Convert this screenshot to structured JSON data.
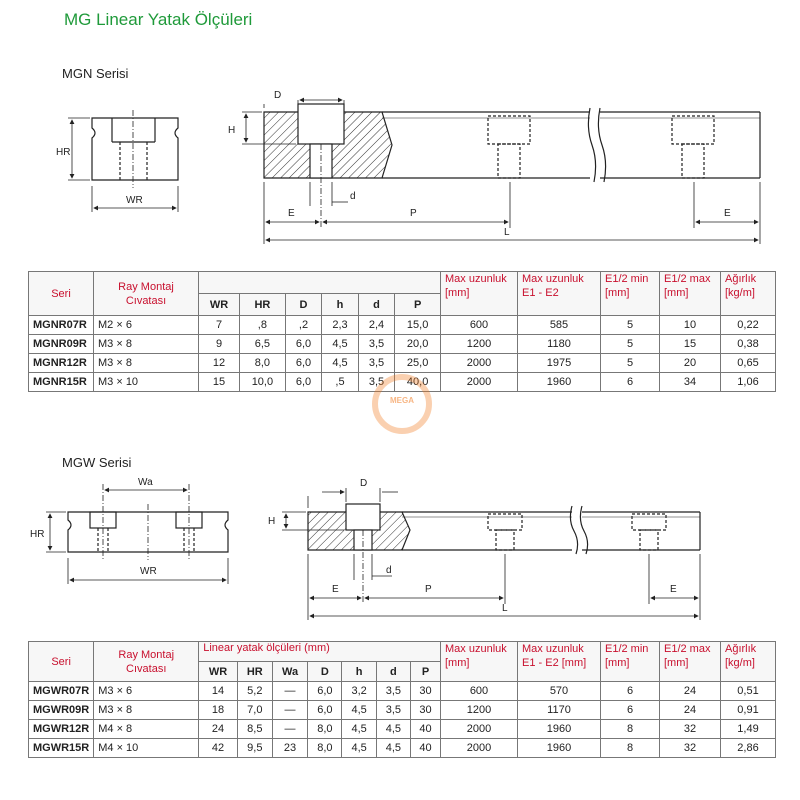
{
  "title": "MG Linear Yatak Ölçüleri",
  "watermark": "MEGA",
  "mgn": {
    "label": "MGN Serisi",
    "dims": {
      "D": "D",
      "H": "H",
      "HR": "HR",
      "WR": "WR",
      "d": "d",
      "E": "E",
      "P": "P",
      "L": "L"
    },
    "headers": {
      "seri": "Seri",
      "ray": "Ray Montaj Cıvatası",
      "max": "Max uzunluk [mm]",
      "maxe": "Max uzunluk E1 - E2",
      "emin": "E1/2 min [mm]",
      "emax": "E1/2 max [mm]",
      "agirlik": "Ağırlık [kg/m]",
      "cols": [
        "WR",
        "HR",
        "D",
        "h",
        "d",
        "P"
      ]
    },
    "rows": [
      {
        "seri": "MGNR07R",
        "ray": "M2 × 6",
        "c": [
          "7",
          ",8",
          ",2",
          "2,3",
          "2,4",
          "15,0"
        ],
        "max": "600",
        "maxe": "585",
        "emin": "5",
        "emax": "10",
        "w": "0,22"
      },
      {
        "seri": "MGNR09R",
        "ray": "M3 × 8",
        "c": [
          "9",
          "6,5",
          "6,0",
          "4,5",
          "3,5",
          "20,0"
        ],
        "max": "1200",
        "maxe": "1180",
        "emin": "5",
        "emax": "15",
        "w": "0,38"
      },
      {
        "seri": "MGNR12R",
        "ray": "M3 × 8",
        "c": [
          "12",
          "8,0",
          "6,0",
          "4,5",
          "3,5",
          "25,0"
        ],
        "max": "2000",
        "maxe": "1975",
        "emin": "5",
        "emax": "20",
        "w": "0,65"
      },
      {
        "seri": "MGNR15R",
        "ray": "M3 × 10",
        "c": [
          "15",
          "10,0",
          "6,0",
          ",5",
          "3,5",
          "40,0"
        ],
        "max": "2000",
        "maxe": "1960",
        "emin": "6",
        "emax": "34",
        "w": "1,06"
      }
    ]
  },
  "mgw": {
    "label": "MGW Serisi",
    "dims": {
      "Wa": "Wa",
      "D": "D",
      "H": "H",
      "HR": "HR",
      "WR": "WR",
      "d": "d",
      "E": "E",
      "P": "P",
      "L": "L"
    },
    "headers": {
      "seri": "Seri",
      "ray": "Ray Montaj Cıvatası",
      "group": "Linear yatak  ölçüleri (mm)",
      "max": "Max uzunluk [mm]",
      "maxe": "Max uzunluk E1 - E2 [mm]",
      "emin": "E1/2 min [mm]",
      "emax": "E1/2 max [mm]",
      "agirlik": "Ağırlık [kg/m]",
      "cols": [
        "WR",
        "HR",
        "Wa",
        "D",
        "h",
        "d",
        "P"
      ]
    },
    "rows": [
      {
        "seri": "MGWR07R",
        "ray": "M3 × 6",
        "c": [
          "14",
          "5,2",
          "—",
          "6,0",
          "3,2",
          "3,5",
          "30"
        ],
        "max": "600",
        "maxe": "570",
        "emin": "6",
        "emax": "24",
        "w": "0,51"
      },
      {
        "seri": "MGWR09R",
        "ray": "M3 × 8",
        "c": [
          "18",
          "7,0",
          "—",
          "6,0",
          "4,5",
          "3,5",
          "30"
        ],
        "max": "1200",
        "maxe": "1170",
        "emin": "6",
        "emax": "24",
        "w": "0,91"
      },
      {
        "seri": "MGWR12R",
        "ray": "M4 × 8",
        "c": [
          "24",
          "8,5",
          "—",
          "8,0",
          "4,5",
          "4,5",
          "40"
        ],
        "max": "2000",
        "maxe": "1960",
        "emin": "8",
        "emax": "32",
        "w": "1,49"
      },
      {
        "seri": "MGWR15R",
        "ray": "M4 × 10",
        "c": [
          "42",
          "9,5",
          "23",
          "8,0",
          "4,5",
          "4,5",
          "40"
        ],
        "max": "2000",
        "maxe": "1960",
        "emin": "8",
        "emax": "32",
        "w": "2,86"
      }
    ]
  }
}
